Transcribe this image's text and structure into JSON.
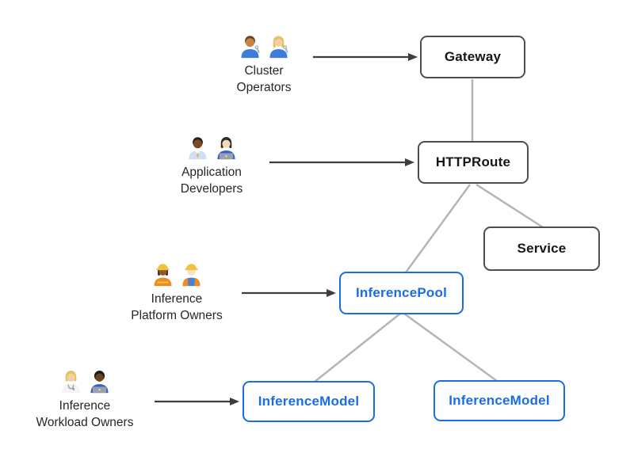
{
  "diagram": {
    "personas": [
      {
        "name": "cluster-operators",
        "lines": [
          "Cluster",
          "Operators"
        ],
        "icons": [
          {
            "name": "man-mechanic-icon",
            "emoji": "👨🏽‍🔧"
          },
          {
            "name": "woman-mechanic-icon",
            "emoji": "👩🏼‍🔧"
          }
        ]
      },
      {
        "name": "application-developers",
        "lines": [
          "Application",
          "Developers"
        ],
        "icons": [
          {
            "name": "man-office-worker-icon",
            "emoji": "👨🏾‍💼"
          },
          {
            "name": "woman-technologist-icon",
            "emoji": "👩🏻‍💻"
          }
        ]
      },
      {
        "name": "inference-platform-owners",
        "lines": [
          "Inference",
          "Platform Owners"
        ],
        "icons": [
          {
            "name": "woman-construction-worker-icon",
            "emoji": "👷🏾‍♀️"
          },
          {
            "name": "man-construction-worker-icon",
            "emoji": "👷🏻"
          }
        ]
      },
      {
        "name": "inference-workload-owners",
        "lines": [
          "Inference",
          "Workload Owners"
        ],
        "icons": [
          {
            "name": "health-worker-icon",
            "emoji": "🧑🏼‍⚕️"
          },
          {
            "name": "man-technologist-icon",
            "emoji": "🧑🏿‍💻"
          }
        ]
      }
    ],
    "nodes": [
      {
        "id": "gateway",
        "label": "Gateway",
        "variant": "core"
      },
      {
        "id": "httproute",
        "label": "HTTPRoute",
        "variant": "core"
      },
      {
        "id": "service",
        "label": "Service",
        "variant": "core"
      },
      {
        "id": "inferencepool",
        "label": "InferencePool",
        "variant": "inference"
      },
      {
        "id": "inferencemodel-left",
        "label": "InferenceModel",
        "variant": "inference"
      },
      {
        "id": "inferencemodel-right",
        "label": "InferenceModel",
        "variant": "inference"
      }
    ],
    "edges": [
      {
        "from": "cluster-operators",
        "to": "gateway",
        "type": "arrow"
      },
      {
        "from": "application-developers",
        "to": "httproute",
        "type": "arrow"
      },
      {
        "from": "inference-platform-owners",
        "to": "inferencepool",
        "type": "arrow"
      },
      {
        "from": "inference-workload-owners",
        "to": "inferencemodel-left",
        "type": "arrow"
      },
      {
        "from": "gateway",
        "to": "httproute",
        "type": "line"
      },
      {
        "from": "httproute",
        "to": "inferencepool",
        "type": "line"
      },
      {
        "from": "httproute",
        "to": "service",
        "type": "line"
      },
      {
        "from": "inferencepool",
        "to": "inferencemodel-left",
        "type": "line"
      },
      {
        "from": "inferencepool",
        "to": "inferencemodel-right",
        "type": "line"
      }
    ],
    "colors": {
      "inference_accent": "#1a6ce8",
      "core_border": "#4e4e4e",
      "connector": "#b5b5b5",
      "arrow": "#3d3d3d"
    }
  }
}
